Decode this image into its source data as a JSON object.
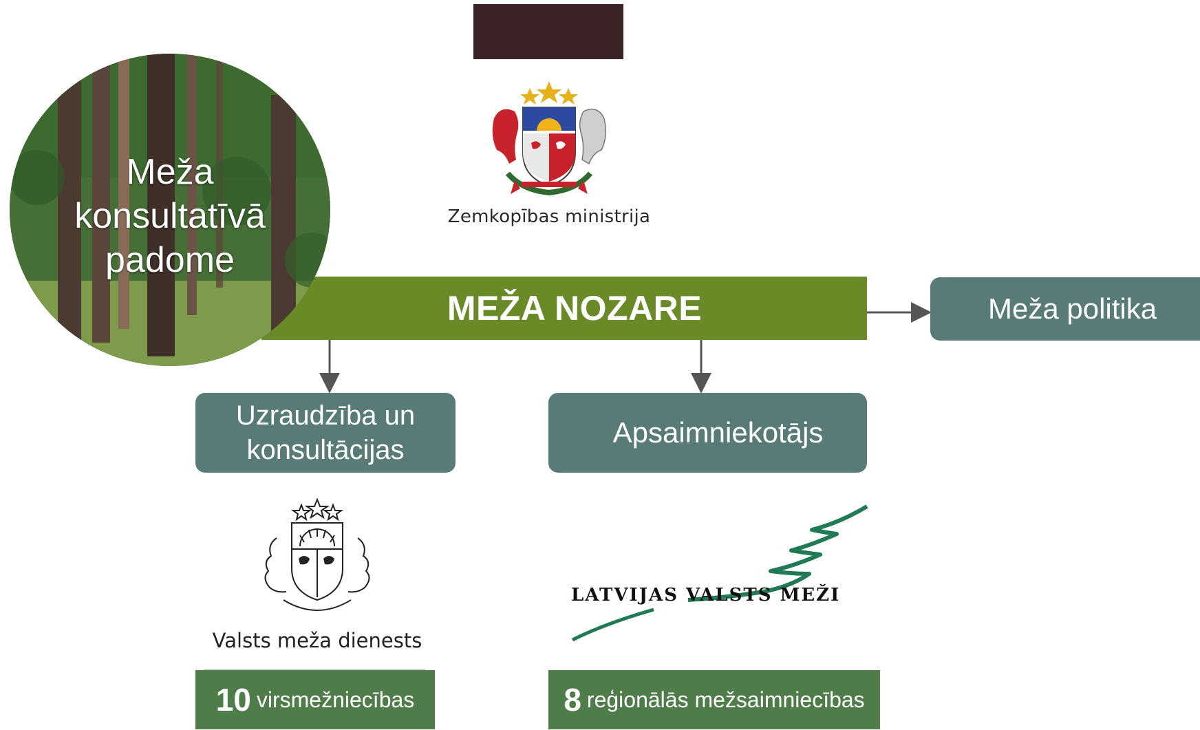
{
  "ministry": {
    "name": "Zemkopības ministrija"
  },
  "circle": {
    "label_line1": "Meža",
    "label_line2": "konsultatīvā",
    "label_line3": "padome"
  },
  "main": {
    "title": "MEŽA NOZARE"
  },
  "policy": {
    "label": "Meža politika"
  },
  "supervision": {
    "line1": "Uzraudzība un",
    "line2": "konsultācijas"
  },
  "manager": {
    "label": "Apsaimniekotājs"
  },
  "vmd": {
    "name": "Valsts meža dienests",
    "count": "10",
    "count_label": "virsmežniecības"
  },
  "lvm": {
    "name": "LATVIJAS VALSTS MEŽI",
    "count": "8",
    "count_label": "reģionālās mežsaimniecības"
  },
  "colors": {
    "main_green": "#6a8a27",
    "teal": "#587b78",
    "counter_green": "#4f7d49",
    "top_bar": "#3b2224"
  },
  "icons": {
    "ministry": "coat-of-arms-icon",
    "vmd": "coat-of-arms-outline-icon",
    "lvm": "tree-wave-logo-icon"
  }
}
